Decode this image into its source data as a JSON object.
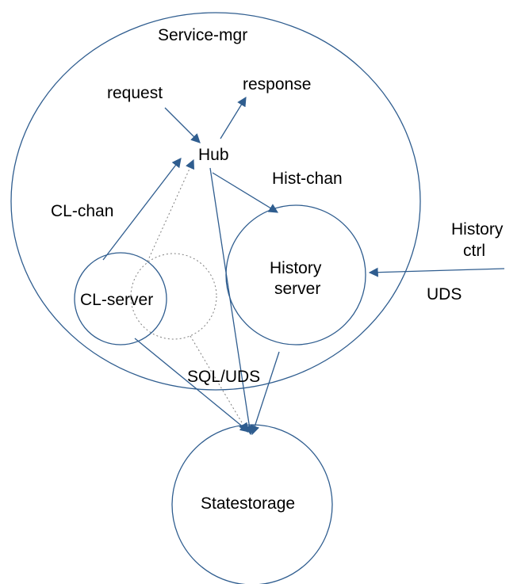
{
  "colors": {
    "line": "#2f5d8f",
    "dotted": "#808080",
    "text": "#000000",
    "background": "#ffffff"
  },
  "labels": {
    "service_mgr": "Service-mgr",
    "request": "request",
    "response": "response",
    "hub": "Hub",
    "hist_chan": "Hist-chan",
    "cl_chan": "CL-chan",
    "history_ctrl_line1": "History",
    "history_ctrl_line2": "ctrl",
    "history_server_line1": "History",
    "history_server_line2": "server",
    "uds": "UDS",
    "cl_server": "CL-server",
    "sql_uds": "SQL/UDS",
    "statestorage": "Statestorage"
  }
}
